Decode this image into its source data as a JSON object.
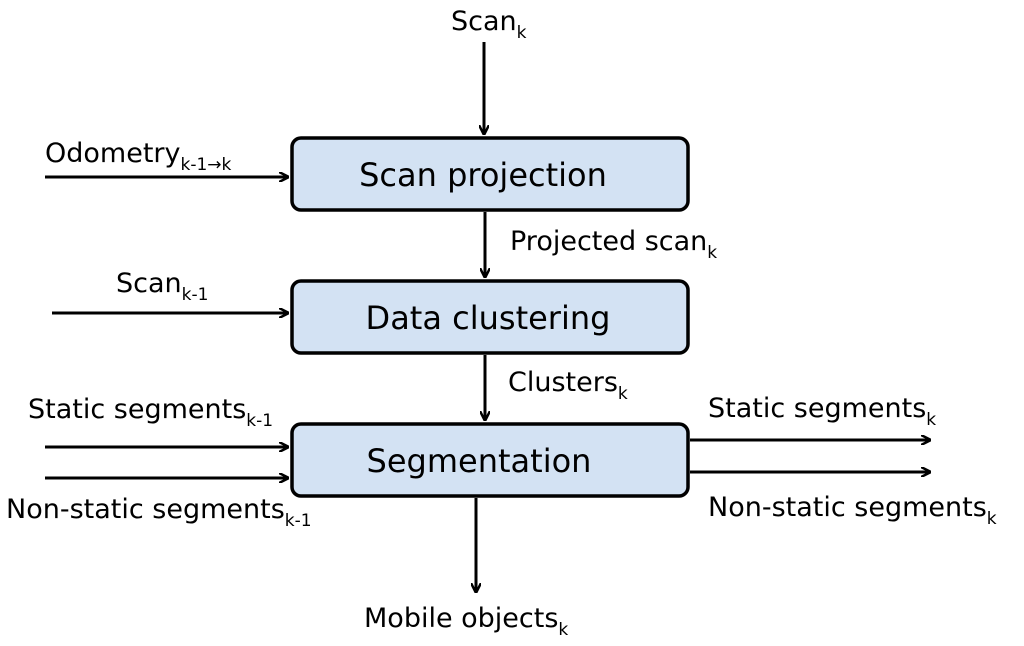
{
  "boxes": {
    "scan_projection": "Scan projection",
    "data_clustering": "Data clustering",
    "segmentation": "Segmentation"
  },
  "labels": {
    "scan_k": {
      "text": "Scan",
      "sub": "k"
    },
    "odometry": {
      "text": "Odometry",
      "sub": "k-1→k"
    },
    "projected_scan": {
      "text": "Projected scan",
      "sub": "k"
    },
    "scan_k_minus_1": {
      "text": "Scan",
      "sub": "k-1"
    },
    "clusters": {
      "text": "Clusters",
      "sub": "k"
    },
    "static_in": {
      "text": "Static segments",
      "sub": "k-1"
    },
    "nonstatic_in": {
      "text": "Non-static segments",
      "sub": "k-1"
    },
    "static_out": {
      "text": "Static segments",
      "sub": "k"
    },
    "nonstatic_out": {
      "text": "Non-static segments",
      "sub": "k"
    },
    "mobile": {
      "text": "Mobile objects",
      "sub": "k"
    }
  }
}
